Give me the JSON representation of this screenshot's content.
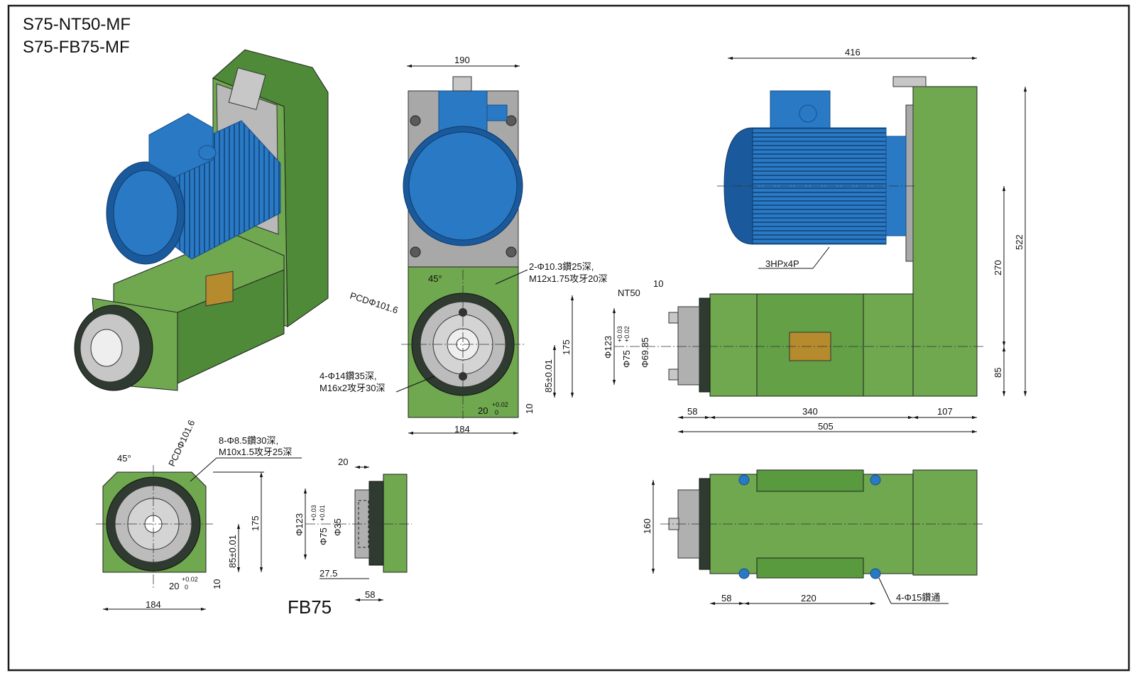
{
  "title": {
    "line1": "S75-NT50-MF",
    "line2": "S75-FB75-MF"
  },
  "colors": {
    "body_green": "#6fa84f",
    "body_green_dark": "#4e8a37",
    "motor_blue": "#2a79c4",
    "motor_blue_dark": "#1a5a9c",
    "flange_gray": "#b9b9b9",
    "frame": "#1a1a1a"
  },
  "front_view": {
    "width_top": "190",
    "width_bottom": "184",
    "angle": "45°",
    "pcd": "PCDΦ101.6",
    "tapped_holes_1": "2-Φ10.3鑽25深,",
    "tapped_holes_2": "M12x1.75攻牙20深",
    "bolt_holes_1": "4-Φ14鑽35深,",
    "bolt_holes_2": "M16x2攻牙30深",
    "height": "175",
    "center_height": "85±0.01",
    "offset": "10",
    "key_width": "20",
    "key_tol_upper": "+0.02",
    "key_tol_lower": "0"
  },
  "side_view": {
    "total_width": "416",
    "motor_label": "3HPx4P",
    "spindle_nose": "NT50",
    "nose_len": "10",
    "dia_outer": "Φ123",
    "dia_pilot": "Φ75",
    "pilot_tol_upper": "+0.03",
    "pilot_tol_lower": "+0.02",
    "dia_bore": "Φ69.85",
    "total_height": "522",
    "motor_height": "270",
    "axis_height": "85",
    "len_a": "58",
    "len_b": "340",
    "len_c": "107",
    "total_length": "505"
  },
  "fb_front_view": {
    "angle": "45°",
    "pcd": "PCDΦ101.6",
    "holes_1": "8-Φ8.5鑽30深,",
    "holes_2": "M10x1.5攻牙25深",
    "height": "175",
    "center_height": "85±0.01",
    "offset": "10",
    "key_width": "20",
    "key_tol_upper": "+0.02",
    "key_tol_lower": "0",
    "width": "184"
  },
  "fb_detail": {
    "label": "FB75",
    "len_top": "20",
    "dia_outer": "Φ123",
    "dia_pilot": "Φ75",
    "pilot_tol_upper": "+0.03",
    "pilot_tol_lower": "+0.01",
    "dia_bore": "Φ35",
    "len_a": "27.5",
    "len_b": "58"
  },
  "top_view": {
    "height": "160",
    "len_a": "58",
    "len_b": "220",
    "holes": "4-Φ15鑽通"
  }
}
